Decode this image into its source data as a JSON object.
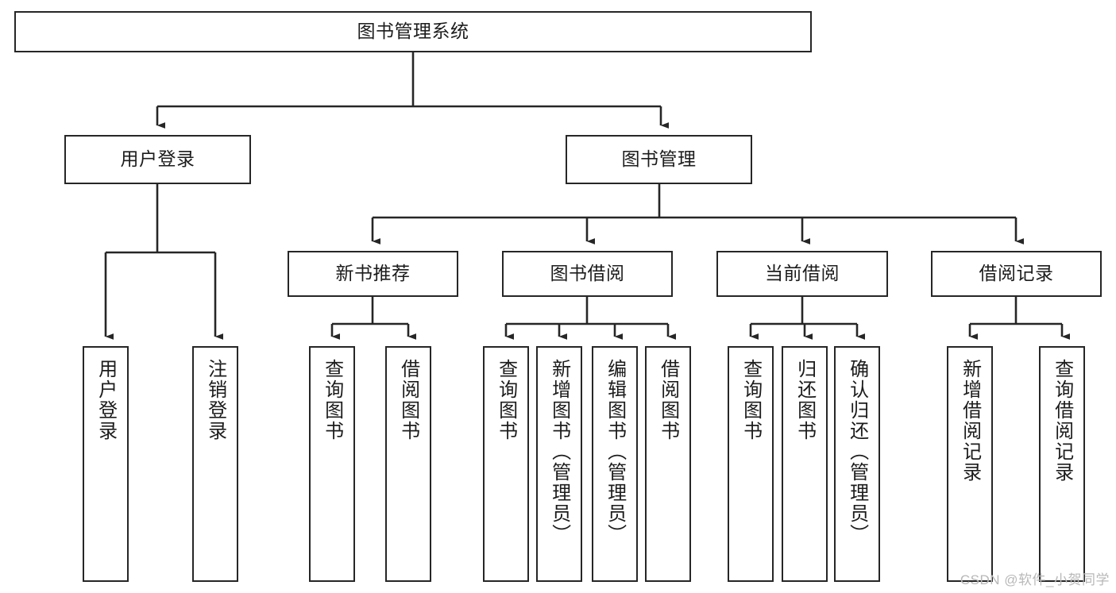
{
  "diagram": {
    "type": "tree",
    "title": "图书管理系统",
    "colors": {
      "box_border": "#262626",
      "box_fill": "#ffffff",
      "line": "#262626",
      "text": "#1c1c1c",
      "watermark": "#b8b8b8"
    },
    "root": {
      "label": "图书管理系统"
    },
    "level2": [
      {
        "id": "user-login",
        "label": "用户登录"
      },
      {
        "id": "book-manage",
        "label": "图书管理"
      }
    ],
    "level3": [
      {
        "id": "new-book-recommend",
        "label": "新书推荐",
        "parent": "book-manage"
      },
      {
        "id": "book-borrow",
        "label": "图书借阅",
        "parent": "book-manage"
      },
      {
        "id": "current-borrow",
        "label": "当前借阅",
        "parent": "book-manage"
      },
      {
        "id": "borrow-record",
        "label": "借阅记录",
        "parent": "book-manage"
      }
    ],
    "leaves": [
      {
        "id": "leaf-user-login",
        "label": "用户登录",
        "parent": "user-login"
      },
      {
        "id": "leaf-user-logout",
        "label": "注销登录",
        "parent": "user-login"
      },
      {
        "id": "leaf-query-book-1",
        "label": "查询图书",
        "parent": "new-book-recommend"
      },
      {
        "id": "leaf-borrow-book-1",
        "label": "借阅图书",
        "parent": "new-book-recommend"
      },
      {
        "id": "leaf-query-book-2",
        "label": "查询图书",
        "parent": "book-borrow"
      },
      {
        "id": "leaf-add-book",
        "label": "新增图书（管理员）",
        "parent": "book-borrow"
      },
      {
        "id": "leaf-edit-book",
        "label": "编辑图书（管理员）",
        "parent": "book-borrow"
      },
      {
        "id": "leaf-borrow-book-2",
        "label": "借阅图书",
        "parent": "book-borrow"
      },
      {
        "id": "leaf-query-book-3",
        "label": "查询图书",
        "parent": "current-borrow"
      },
      {
        "id": "leaf-return-book",
        "label": "归还图书",
        "parent": "current-borrow"
      },
      {
        "id": "leaf-confirm-return",
        "label": "确认归还（管理员）",
        "parent": "current-borrow"
      },
      {
        "id": "leaf-add-borrow-record",
        "label": "新增借阅记录",
        "parent": "borrow-record"
      },
      {
        "id": "leaf-query-borrow-record",
        "label": "查询借阅记录",
        "parent": "borrow-record"
      }
    ]
  },
  "watermark": {
    "text": "CSDN @软件_小贺同学"
  }
}
